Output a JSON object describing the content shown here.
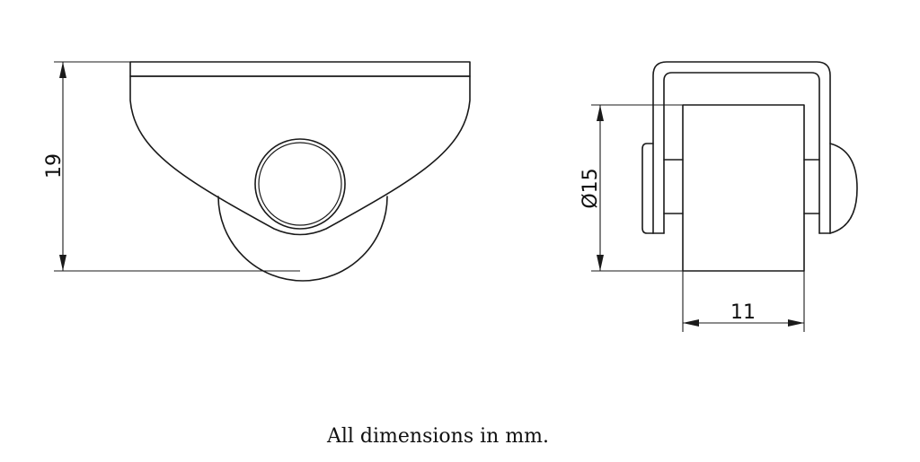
{
  "dimensions": {
    "height": "19",
    "wheel_diameter": "Ø15",
    "width": "11"
  },
  "note": "All dimensions in mm."
}
